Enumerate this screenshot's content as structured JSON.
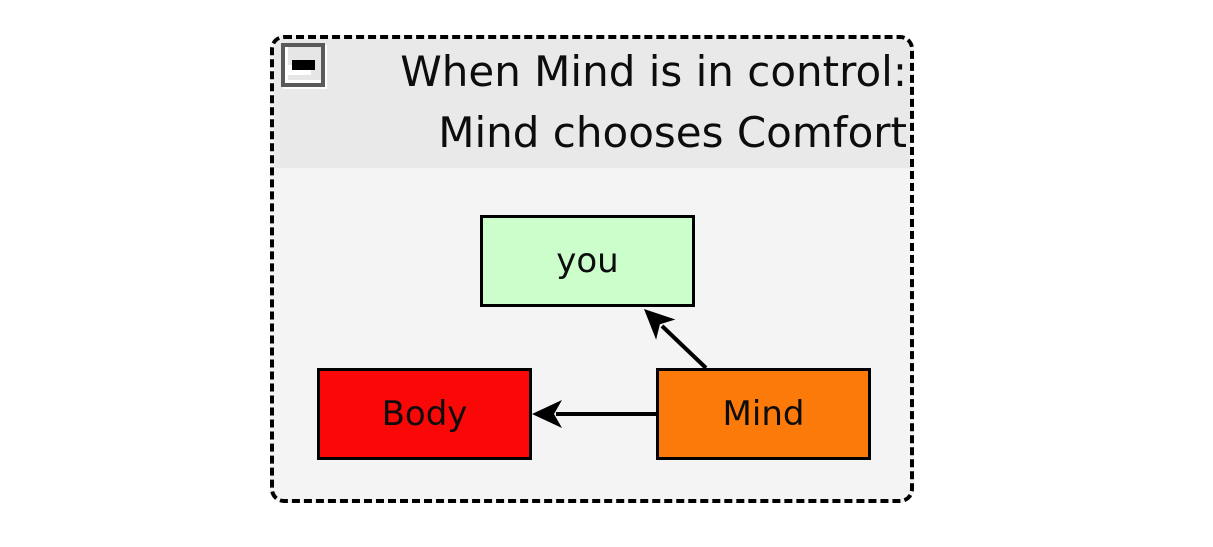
{
  "panel": {
    "title_line1": "When Mind is in control:",
    "title_line2": "Mind chooses Comfort",
    "collapse_icon": "minus-icon"
  },
  "nodes": {
    "you": {
      "label": "you",
      "fill": "#ccfecc"
    },
    "body": {
      "label": "Body",
      "fill": "#fa0707"
    },
    "mind": {
      "label": "Mind",
      "fill": "#fb7a0a"
    }
  },
  "edges": [
    {
      "from": "Mind",
      "to": "Body"
    },
    {
      "from": "Mind",
      "to": "you"
    }
  ],
  "colors": {
    "page_bg": "#ffffff",
    "frame_border": "#000000",
    "header_bg": "#e9e9e9",
    "canvas_bg": "#f4f4f4",
    "node_border": "#000000",
    "arrow": "#000000",
    "title_text": "#0d0d0d"
  }
}
